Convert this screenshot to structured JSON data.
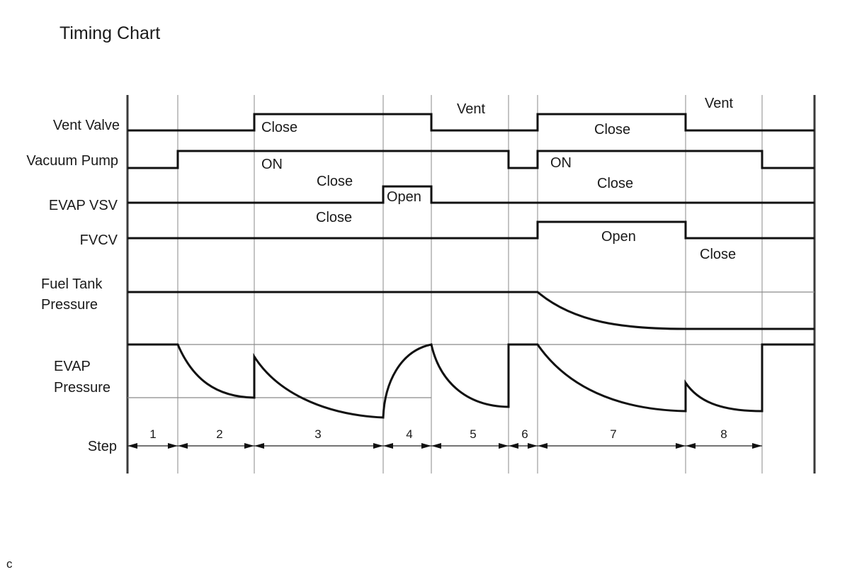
{
  "title": "Timing Chart",
  "footnote": "c",
  "signals": {
    "vent_valve": "Vent Valve",
    "vacuum_pump": "Vacuum Pump",
    "evap_vsv": "EVAP VSV",
    "fvcv": "FVCV",
    "fuel_tank_pressure_line1": "Fuel Tank",
    "fuel_tank_pressure_line2": "Pressure",
    "evap_pressure_line1": "EVAP",
    "evap_pressure_line2": "Pressure",
    "step": "Step"
  },
  "states": {
    "vent_valve_close_1": "Close",
    "vent_valve_vent_1": "Vent",
    "vent_valve_close_2": "Close",
    "vent_valve_vent_2": "Vent",
    "vacuum_pump_on_1": "ON",
    "vacuum_pump_on_2": "ON",
    "evap_vsv_close_1": "Close",
    "evap_vsv_open": "Open",
    "evap_vsv_close_2": "Close",
    "fvcv_close_1": "Close",
    "fvcv_open": "Open",
    "fvcv_close_2": "Close"
  },
  "steps": [
    "1",
    "2",
    "3",
    "4",
    "5",
    "6",
    "7",
    "8"
  ]
}
